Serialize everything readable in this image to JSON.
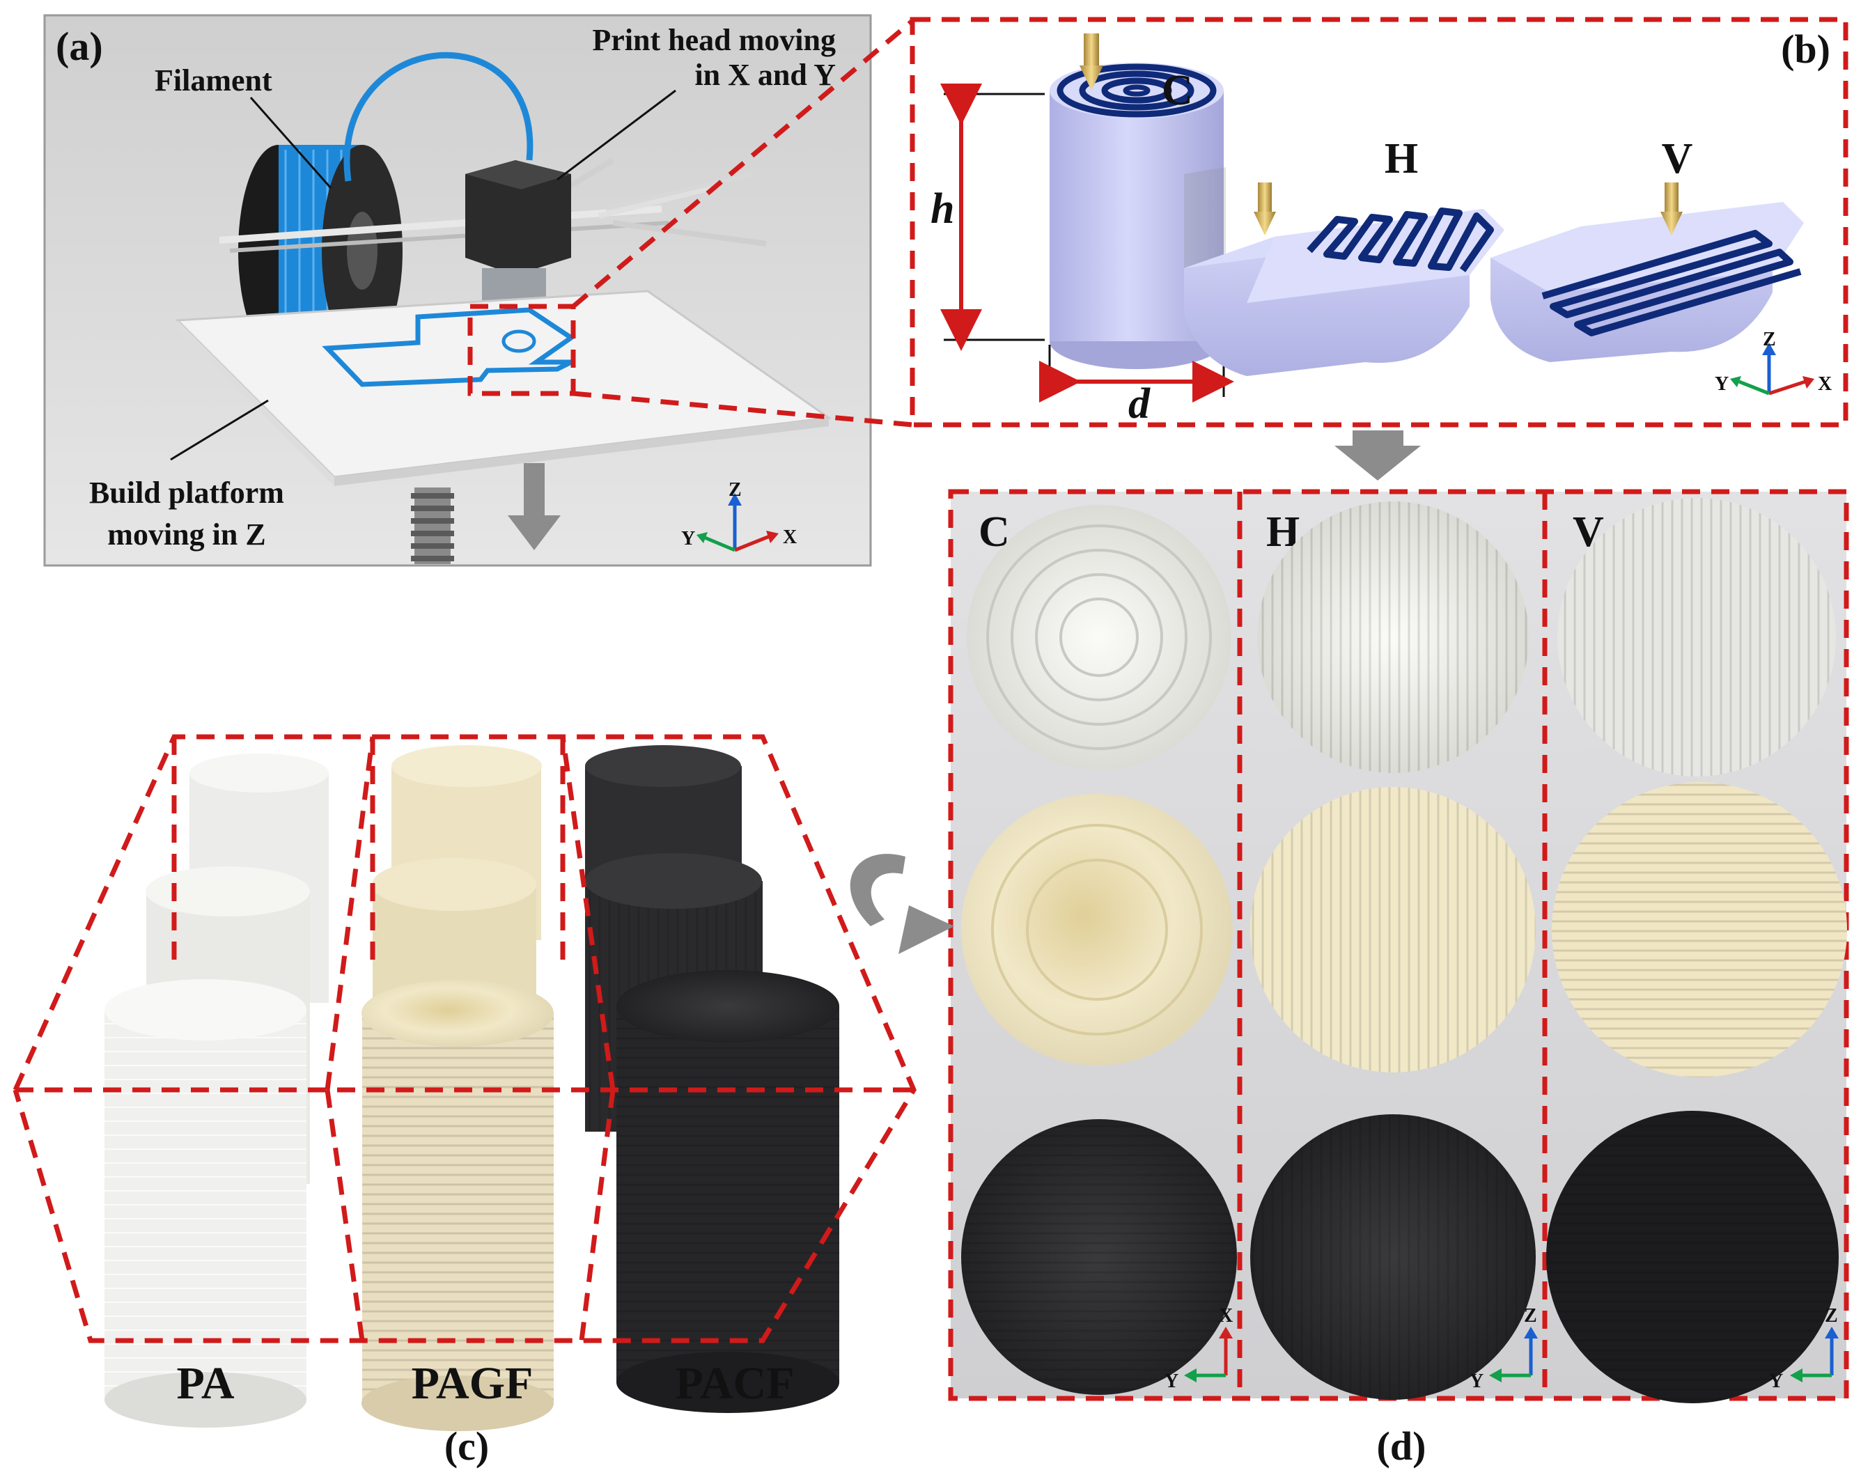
{
  "panels": {
    "a": {
      "tag": "(a)",
      "filament_label": "Filament",
      "print_head_line1": "Print head moving",
      "print_head_line2": "in X and Y",
      "platform_line1": "Build platform",
      "platform_line2": "moving in Z"
    },
    "b": {
      "tag": "(b)",
      "orientations": [
        "C",
        "H",
        "V"
      ],
      "height_label": "h",
      "diameter_label": "d"
    },
    "c": {
      "tag": "(c)",
      "materials": [
        "PA",
        "PAGF",
        "PACF"
      ]
    },
    "d": {
      "tag": "(d)",
      "columns": [
        "C",
        "H",
        "V"
      ]
    }
  },
  "axes": {
    "z": "Z",
    "x": "X",
    "y": "Y"
  },
  "colors": {
    "dash_red": "#d11a1a",
    "filament_blue": "#1e88d8",
    "toolpath_navy": "#0f2a78",
    "specimen_lavender": "#c9cbf2",
    "axis_z": "#1a5fd0",
    "axis_x": "#d02020",
    "axis_y": "#12a04a",
    "pa_white": "#f2f2ee",
    "pagf_cream": "#efe6c8",
    "pacf_black": "#2a2a2c"
  }
}
